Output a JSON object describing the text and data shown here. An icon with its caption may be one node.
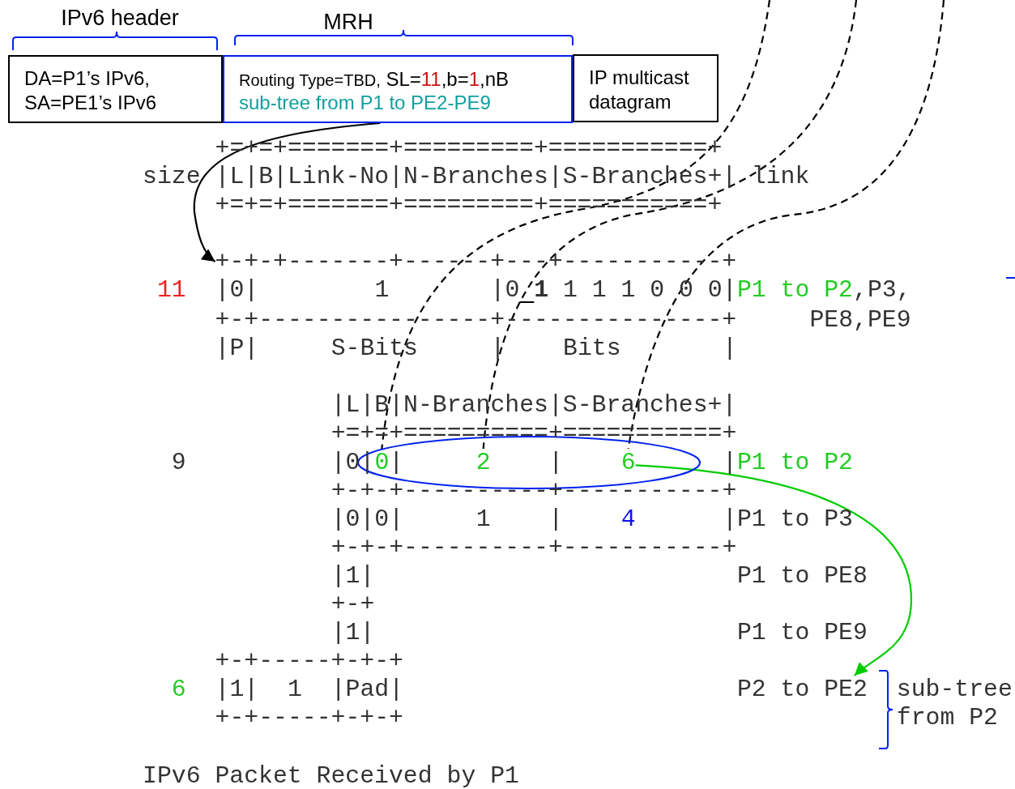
{
  "diagram": {
    "nodes": [
      {
        "text": [
          "DA=P1’s IPv6, SA=PE1’s IPv6"
        ]
      },
      {
        "text": [
          "Routing Type=TBD, SL=11,b=1,nB",
          "sub-tree from P1 to PE2-PE9"
        ]
      },
      {
        "text": [
          "IP multicast datagram"
        ]
      },
      {
        "text": [
          "+-+-+-------+------+---+-----------+"
        ]
      },
      {
        "text": [
          "0"
        ]
      },
      {
        "text": [
          "2"
        ]
      },
      {
        "text": [
          "6"
        ]
      },
      {
        "text": [
          "P2 to PE2"
        ]
      }
    ],
    "edges": [
      {
        "from": 1,
        "to": 3,
        "arrow": "to"
      },
      {
        "from": null,
        "to": 4,
        "arrow": "none",
        "style": "dashed"
      },
      {
        "from": null,
        "to": 5,
        "arrow": "none",
        "style": "dashed"
      },
      {
        "from": null,
        "to": 6,
        "arrow": "none",
        "style": "dashed"
      },
      {
        "from": 6,
        "to": 7,
        "arrow": "to",
        "color": "#00cc00"
      }
    ],
    "labels": [
      "IPv6 header",
      "MRH",
      "+=+=+=======+=========+===========+",
      "size",
      "|L|B|Link-No|N-Branches|S-Branches+|",
      "link",
      "+=+=+=======+=========+===========+",
      "11",
      "|0|",
      "1",
      "|0 **1** 1 1 1 0 0 0|",
      "P1 to P2",
      ",P3,",
      "PE8,PE9",
      "+-+----------------+---------------+",
      "|P|",
      "S-Bits",
      "|",
      "Bits",
      "|",
      "|L|B|N-Branches|S-Branches+|",
      "+=+=+==========+===========+",
      "9",
      "|0|",
      "|",
      "|",
      "|",
      "P1 to P2",
      "+-+-+----------+-----------+",
      "|0|0|",
      "1",
      "|",
      "4",
      "|",
      "P1 to P3",
      "+-+-+----------+-----------+",
      "|1|",
      "P1 to PE8",
      "+-+",
      "|1|",
      "P1 to PE9",
      "+-+-----+-+-+",
      "6",
      "|1|",
      "1",
      "|Pad|",
      "sub-tree",
      "from P2",
      "+-+-----+-+-+",
      "IPv6 Packet Received by P1"
    ]
  }
}
